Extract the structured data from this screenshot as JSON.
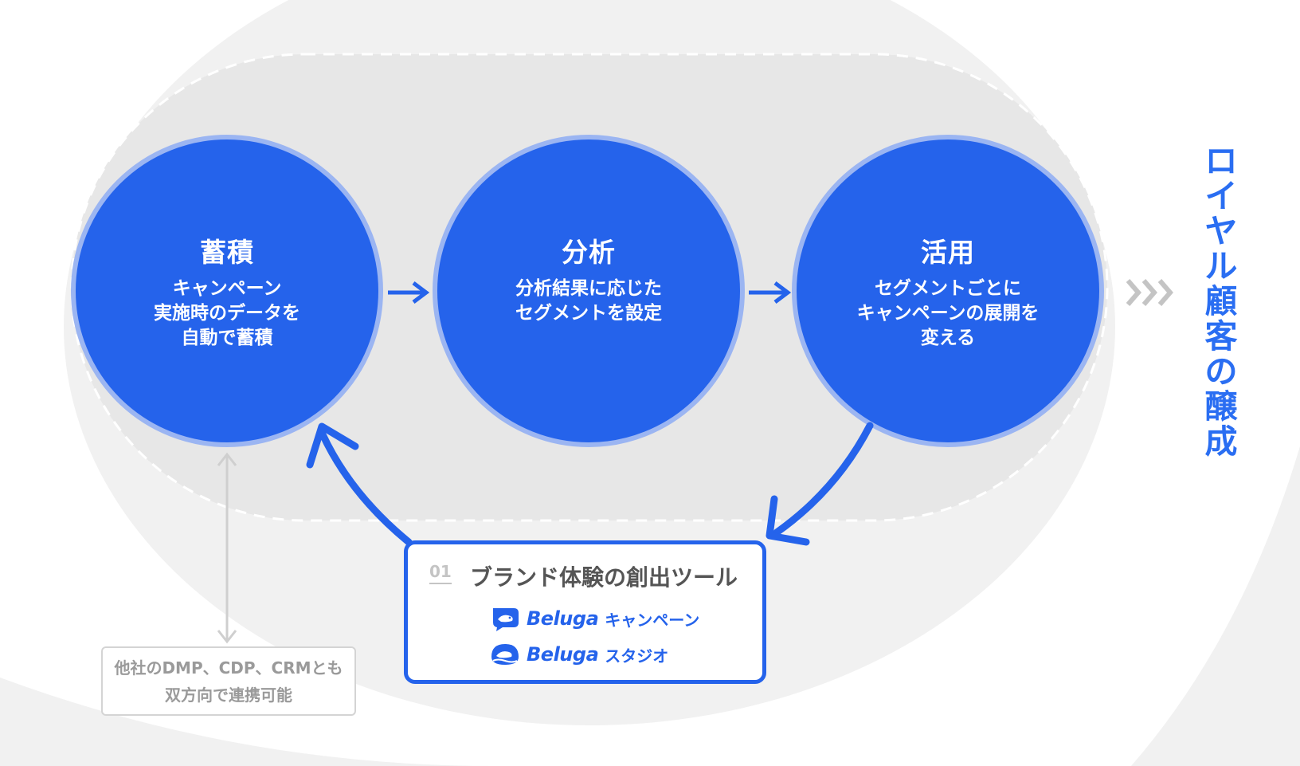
{
  "steps": [
    {
      "title": "蓄積",
      "lines": [
        "キャンペーン",
        "実施時のデータを",
        "自動で蓄積"
      ]
    },
    {
      "title": "分析",
      "lines": [
        "分析結果に応じた",
        "セグメントを設定"
      ]
    },
    {
      "title": "活用",
      "lines": [
        "セグメントごとに",
        "キャンペーンの展開を",
        "変える"
      ]
    }
  ],
  "outcome": {
    "chevrons": "›››",
    "label_chars": [
      "ロ",
      "イ",
      "ヤ",
      "ル",
      "顧",
      "客",
      "の",
      "醸",
      "成"
    ]
  },
  "tool": {
    "number": "01",
    "title": "ブランド体験の創出ツール",
    "products": [
      {
        "brand": "Beluga",
        "name": "キャンペーン",
        "icon": "beluga-logo-icon"
      },
      {
        "brand": "Beluga",
        "name": "スタジオ",
        "icon": "beluga-logo-icon"
      }
    ]
  },
  "external": {
    "lines": [
      "他社のDMP、CDP、CRMとも",
      "双方向で連携可能"
    ]
  },
  "colors": {
    "blue": "#2563eb",
    "blue_ring": "#9bb5f2",
    "blue_text": "#2a6ef2",
    "bg_outer": "#f1f1f1",
    "bg_inner": "#e7e7e7",
    "chevron": "#c4c4c4"
  }
}
